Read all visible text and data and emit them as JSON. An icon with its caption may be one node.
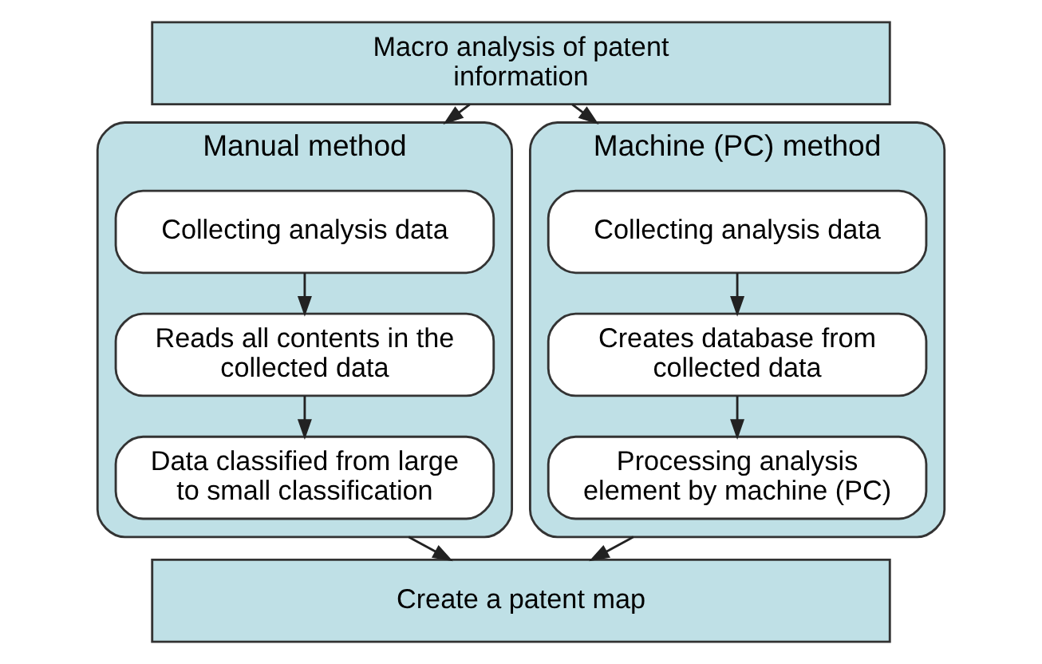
{
  "diagram": {
    "nodes": [
      {
        "text": [
          "Macro analysis of patent information"
        ]
      },
      {
        "text": [
          "Manual method"
        ]
      },
      {
        "text": [
          "Collecting analysis data"
        ],
        "in": 1
      },
      {
        "text": [
          "Reads all contents in the collected data"
        ],
        "in": 1
      },
      {
        "text": [
          "Data classified from large to small classification"
        ],
        "in": 1
      },
      {
        "text": [
          "Machine (PC) method"
        ]
      },
      {
        "text": [
          "Collecting analysis data"
        ],
        "in": 5
      },
      {
        "text": [
          "Creates database from collected data"
        ],
        "in": 5
      },
      {
        "text": [
          "Processing analysis element by machine (PC)"
        ],
        "in": 5
      },
      {
        "text": [
          "Create a patent map"
        ]
      }
    ],
    "edges": [
      {
        "from": 0,
        "to": 1,
        "arrow": "to"
      },
      {
        "from": 0,
        "to": 5,
        "arrow": "to"
      },
      {
        "from": 2,
        "to": 3,
        "arrow": "to"
      },
      {
        "from": 3,
        "to": 4,
        "arrow": "to"
      },
      {
        "from": 6,
        "to": 7,
        "arrow": "to"
      },
      {
        "from": 7,
        "to": 8,
        "arrow": "to"
      },
      {
        "from": 1,
        "to": 9,
        "arrow": "to"
      },
      {
        "from": 5,
        "to": 9,
        "arrow": "to"
      }
    ]
  }
}
